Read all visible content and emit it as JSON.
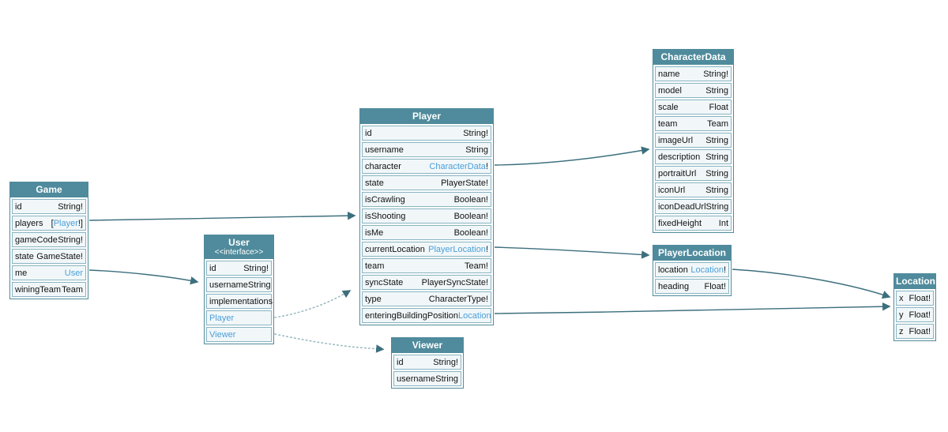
{
  "diagram": {
    "title": "GraphQL schema diagram",
    "accent_color": "#4f8b9c",
    "row_background": "#f1f7f9",
    "link_color": "#4a9fd8",
    "edge_color": "#3c6f7d"
  },
  "nodes": {
    "game": {
      "title": "Game",
      "rows": [
        {
          "field": "id",
          "type": "String!"
        },
        {
          "field": "players",
          "type_prefix": "[",
          "type_link": "Player",
          "type_suffix": "!]"
        },
        {
          "field": "gameCode",
          "type": "String!"
        },
        {
          "field": "state",
          "type": "GameState!"
        },
        {
          "field": "me",
          "type_link": "User"
        },
        {
          "field": "winingTeam",
          "type": "Team"
        }
      ]
    },
    "user": {
      "title": "User",
      "stereotype": "<<interface>>",
      "rows": [
        {
          "field": "id",
          "type": "String!"
        },
        {
          "field": "username",
          "type": "String"
        },
        {
          "label": "implementations"
        },
        {
          "link": "Player"
        },
        {
          "link": "Viewer"
        }
      ]
    },
    "player": {
      "title": "Player",
      "rows": [
        {
          "field": "id",
          "type": "String!"
        },
        {
          "field": "username",
          "type": "String"
        },
        {
          "field": "character",
          "type_link": "CharacterData",
          "type_suffix": "!"
        },
        {
          "field": "state",
          "type": "PlayerState!"
        },
        {
          "field": "isCrawling",
          "type": "Boolean!"
        },
        {
          "field": "isShooting",
          "type": "Boolean!"
        },
        {
          "field": "isMe",
          "type": "Boolean!"
        },
        {
          "field": "currentLocation",
          "type_link": "PlayerLocation",
          "type_suffix": "!"
        },
        {
          "field": "team",
          "type": "Team!"
        },
        {
          "field": "syncState",
          "type": "PlayerSyncState!"
        },
        {
          "field": "type",
          "type": "CharacterType!"
        },
        {
          "field": "enteringBuildingPosition",
          "type_link": "Location"
        }
      ]
    },
    "viewer": {
      "title": "Viewer",
      "rows": [
        {
          "field": "id",
          "type": "String!"
        },
        {
          "field": "username",
          "type": "String"
        }
      ]
    },
    "characterdata": {
      "title": "CharacterData",
      "rows": [
        {
          "field": "name",
          "type": "String!"
        },
        {
          "field": "model",
          "type": "String"
        },
        {
          "field": "scale",
          "type": "Float"
        },
        {
          "field": "team",
          "type": "Team"
        },
        {
          "field": "imageUrl",
          "type": "String"
        },
        {
          "field": "description",
          "type": "String"
        },
        {
          "field": "portraitUrl",
          "type": "String"
        },
        {
          "field": "iconUrl",
          "type": "String"
        },
        {
          "field": "iconDeadUrl",
          "type": "String"
        },
        {
          "field": "fixedHeight",
          "type": "Int"
        }
      ]
    },
    "playerlocation": {
      "title": "PlayerLocation",
      "rows": [
        {
          "field": "location",
          "type_link": "Location",
          "type_suffix": "!"
        },
        {
          "field": "heading",
          "type": "Float!"
        }
      ]
    },
    "location": {
      "title": "Location",
      "rows": [
        {
          "field": "x",
          "type": "Float!"
        },
        {
          "field": "y",
          "type": "Float!"
        },
        {
          "field": "z",
          "type": "Float!"
        }
      ]
    }
  },
  "edges": [
    {
      "from": "Game.players",
      "to": "Player",
      "style": "solid"
    },
    {
      "from": "Game.me",
      "to": "User",
      "style": "solid"
    },
    {
      "from": "User.Player",
      "to": "Player",
      "style": "dotted"
    },
    {
      "from": "User.Viewer",
      "to": "Viewer",
      "style": "dotted"
    },
    {
      "from": "Player.character",
      "to": "CharacterData",
      "style": "solid"
    },
    {
      "from": "Player.currentLocation",
      "to": "PlayerLocation",
      "style": "solid"
    },
    {
      "from": "Player.enteringBuildingPosition",
      "to": "Location",
      "style": "solid"
    },
    {
      "from": "PlayerLocation.location",
      "to": "Location",
      "style": "solid"
    }
  ]
}
